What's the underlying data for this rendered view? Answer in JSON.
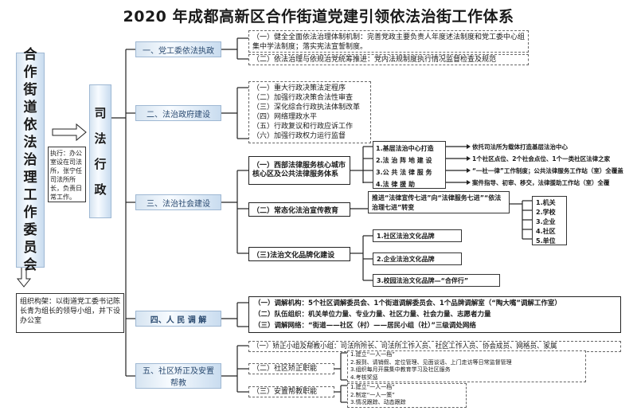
{
  "title": "2020 年成都高新区合作街道党建引领依法治街工作体系",
  "committee": {
    "name_chars": [
      "合",
      "作",
      "街",
      "道",
      "依",
      "法",
      "治",
      "理",
      "工",
      "作",
      "委",
      "员",
      "会"
    ],
    "exec_note": "执行：办公室设在司法所，张宁任司法所所长，负责日常工作。",
    "structure_note": "组织构架：以街道党工委书记陈长青为组长的领导小组，并下设办公室"
  },
  "judicial": {
    "chars": [
      "司",
      "法",
      "行",
      "政"
    ]
  },
  "sections": [
    {
      "label": "一、党工委依法执政",
      "items": [
        "（一）健全全面依法治理体制机制：完善党政主要负责人年度述法制度和党工委中心组集中学法制度；落实宪法宣誓制度。",
        "（二）依法治理与依规治党统筹推进：党内法规制度执行情况监督检查及规范"
      ]
    },
    {
      "label": "二、法治政府建设",
      "items": [
        "（一）重大行政决策法定程序",
        "（二）加强行政决策合法性审查",
        "（三）深化综合行政执法体制改革",
        "（四）网络理政水平",
        "（五）行政复议和行政应诉工作",
        "（六）加强行政权力运行监督"
      ]
    },
    {
      "label": "三、法治社会建设",
      "subs": [
        {
          "label": "（一）西部法律服务核心城市核心区及公共法律服务体系",
          "items": [
            {
              "name": "1.基层法治中心打造",
              "desc": "依托司法所为载体打造基层法治中心"
            },
            {
              "name": "2.法 治 阵 地 建 设",
              "desc": "1个社区点位、2个社会点位、1个一类社区法律之家"
            },
            {
              "name": "3.公 共 法 律 服 务",
              "desc": "“一社一律”工作制度；公共法律服务工作站（室）全覆盖"
            },
            {
              "name": "4.法 律 援 助",
              "desc": "案件指导、初审、移交，法律援助工作站（室）全覆"
            }
          ]
        },
        {
          "label": "（二）常态化法治宣传教育",
          "promo": "推进“法律宣传七进”向“法律服务七进”“依法治理七进”转变",
          "targets": [
            "1.机关",
            "2.学校",
            "3.企业",
            "4.社区",
            "5.单位"
          ]
        },
        {
          "label": "（三)法治文化品牌化建设",
          "items": [
            "1.社区法治文化品牌",
            "2.企业法治文化品牌",
            "3.校园法治文化品牌—“合伴行”"
          ]
        }
      ]
    },
    {
      "label": "四、人 民 调 解",
      "items": [
        "（一）调解机构：5个社区调解委员会、1个街道调解委员会、1个品牌调解室（“陶大嘴”调解工作室）",
        "（二）队伍组织：机关单位力量、专业力量、社区力量、社会力量、志愿者力量",
        "（三）调解网络：“街道——社区（村）——居民小组（社）”三级调处网络"
      ]
    },
    {
      "label": "五、社区矫正及安置帮教",
      "leader": "（一）矫正小组及帮教小组：司法所所长、司法所工作人员、社区工作人员、协会成员、网格员、家属",
      "subs": [
        {
          "label": "（二）社区矫正职能",
          "items": [
            "1.建立“一人一档”",
            "2.报到、请销假、定位管理、见面谈话、上门走访等日常监督管理",
            "3.组织每月开展集中教育学习及社区服务",
            "4.考核奖惩"
          ]
        },
        {
          "label": "（三）安置帮教职能",
          "items": [
            "1.建立“一人一档”",
            "2.制定“一人一策”",
            "3.情况跟踪、动态跟踪"
          ]
        }
      ]
    }
  ],
  "colors": {
    "line": "#2a2a2a",
    "accent": "#1f4e8c",
    "grad_mid": "#f7fbff"
  }
}
